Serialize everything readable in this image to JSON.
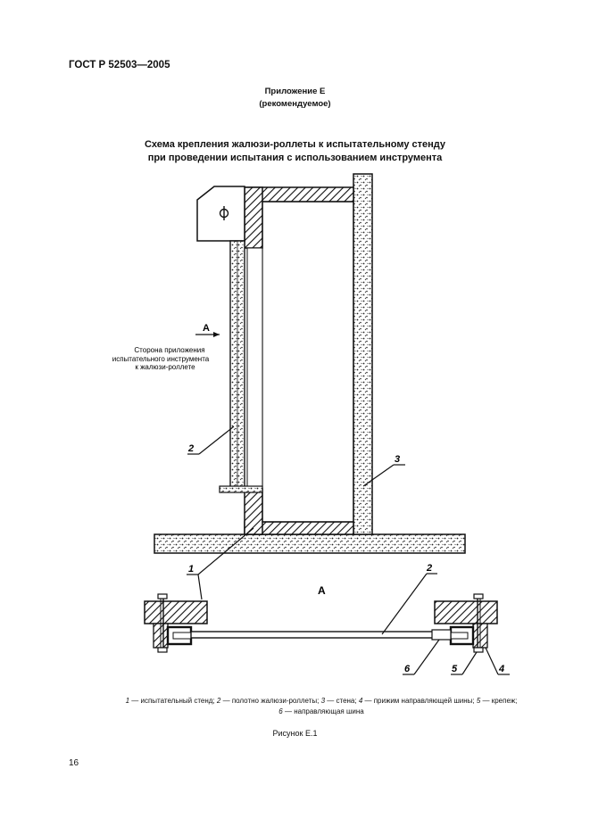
{
  "header": {
    "standard": "ГОСТ Р 52503—2005"
  },
  "appendix": {
    "title": "Приложение Е",
    "status": "(рекомендуемое)"
  },
  "figure": {
    "title_line1": "Схема крепления жалюзи-роллеты к испытательному стенду",
    "title_line2": "при проведении испытания с использованием инструмента",
    "view_label": "А",
    "section_label": "А",
    "side_text_1": "Сторона приложения",
    "side_text_2": "испытательного инструмента",
    "side_text_3": "к жалюзи-роллете",
    "callouts": {
      "c1": "1",
      "c2": "2",
      "c3": "3",
      "c2b": "2",
      "c4": "4",
      "c5": "5",
      "c6": "6"
    },
    "caption": "Рисунок Е.1"
  },
  "legend": {
    "n1": "1",
    "t1": " — испытательный стенд; ",
    "n2": "2",
    "t2": " — полотно жалюзи-роллеты; ",
    "n3": "3",
    "t3": " — стена; ",
    "n4": "4",
    "t4": " — прижим направляющей шины; ",
    "n5": "5",
    "t5": " — крепеж;",
    "n6": "6",
    "t6": " — направляющая шина"
  },
  "footer": {
    "page_number": "16"
  }
}
